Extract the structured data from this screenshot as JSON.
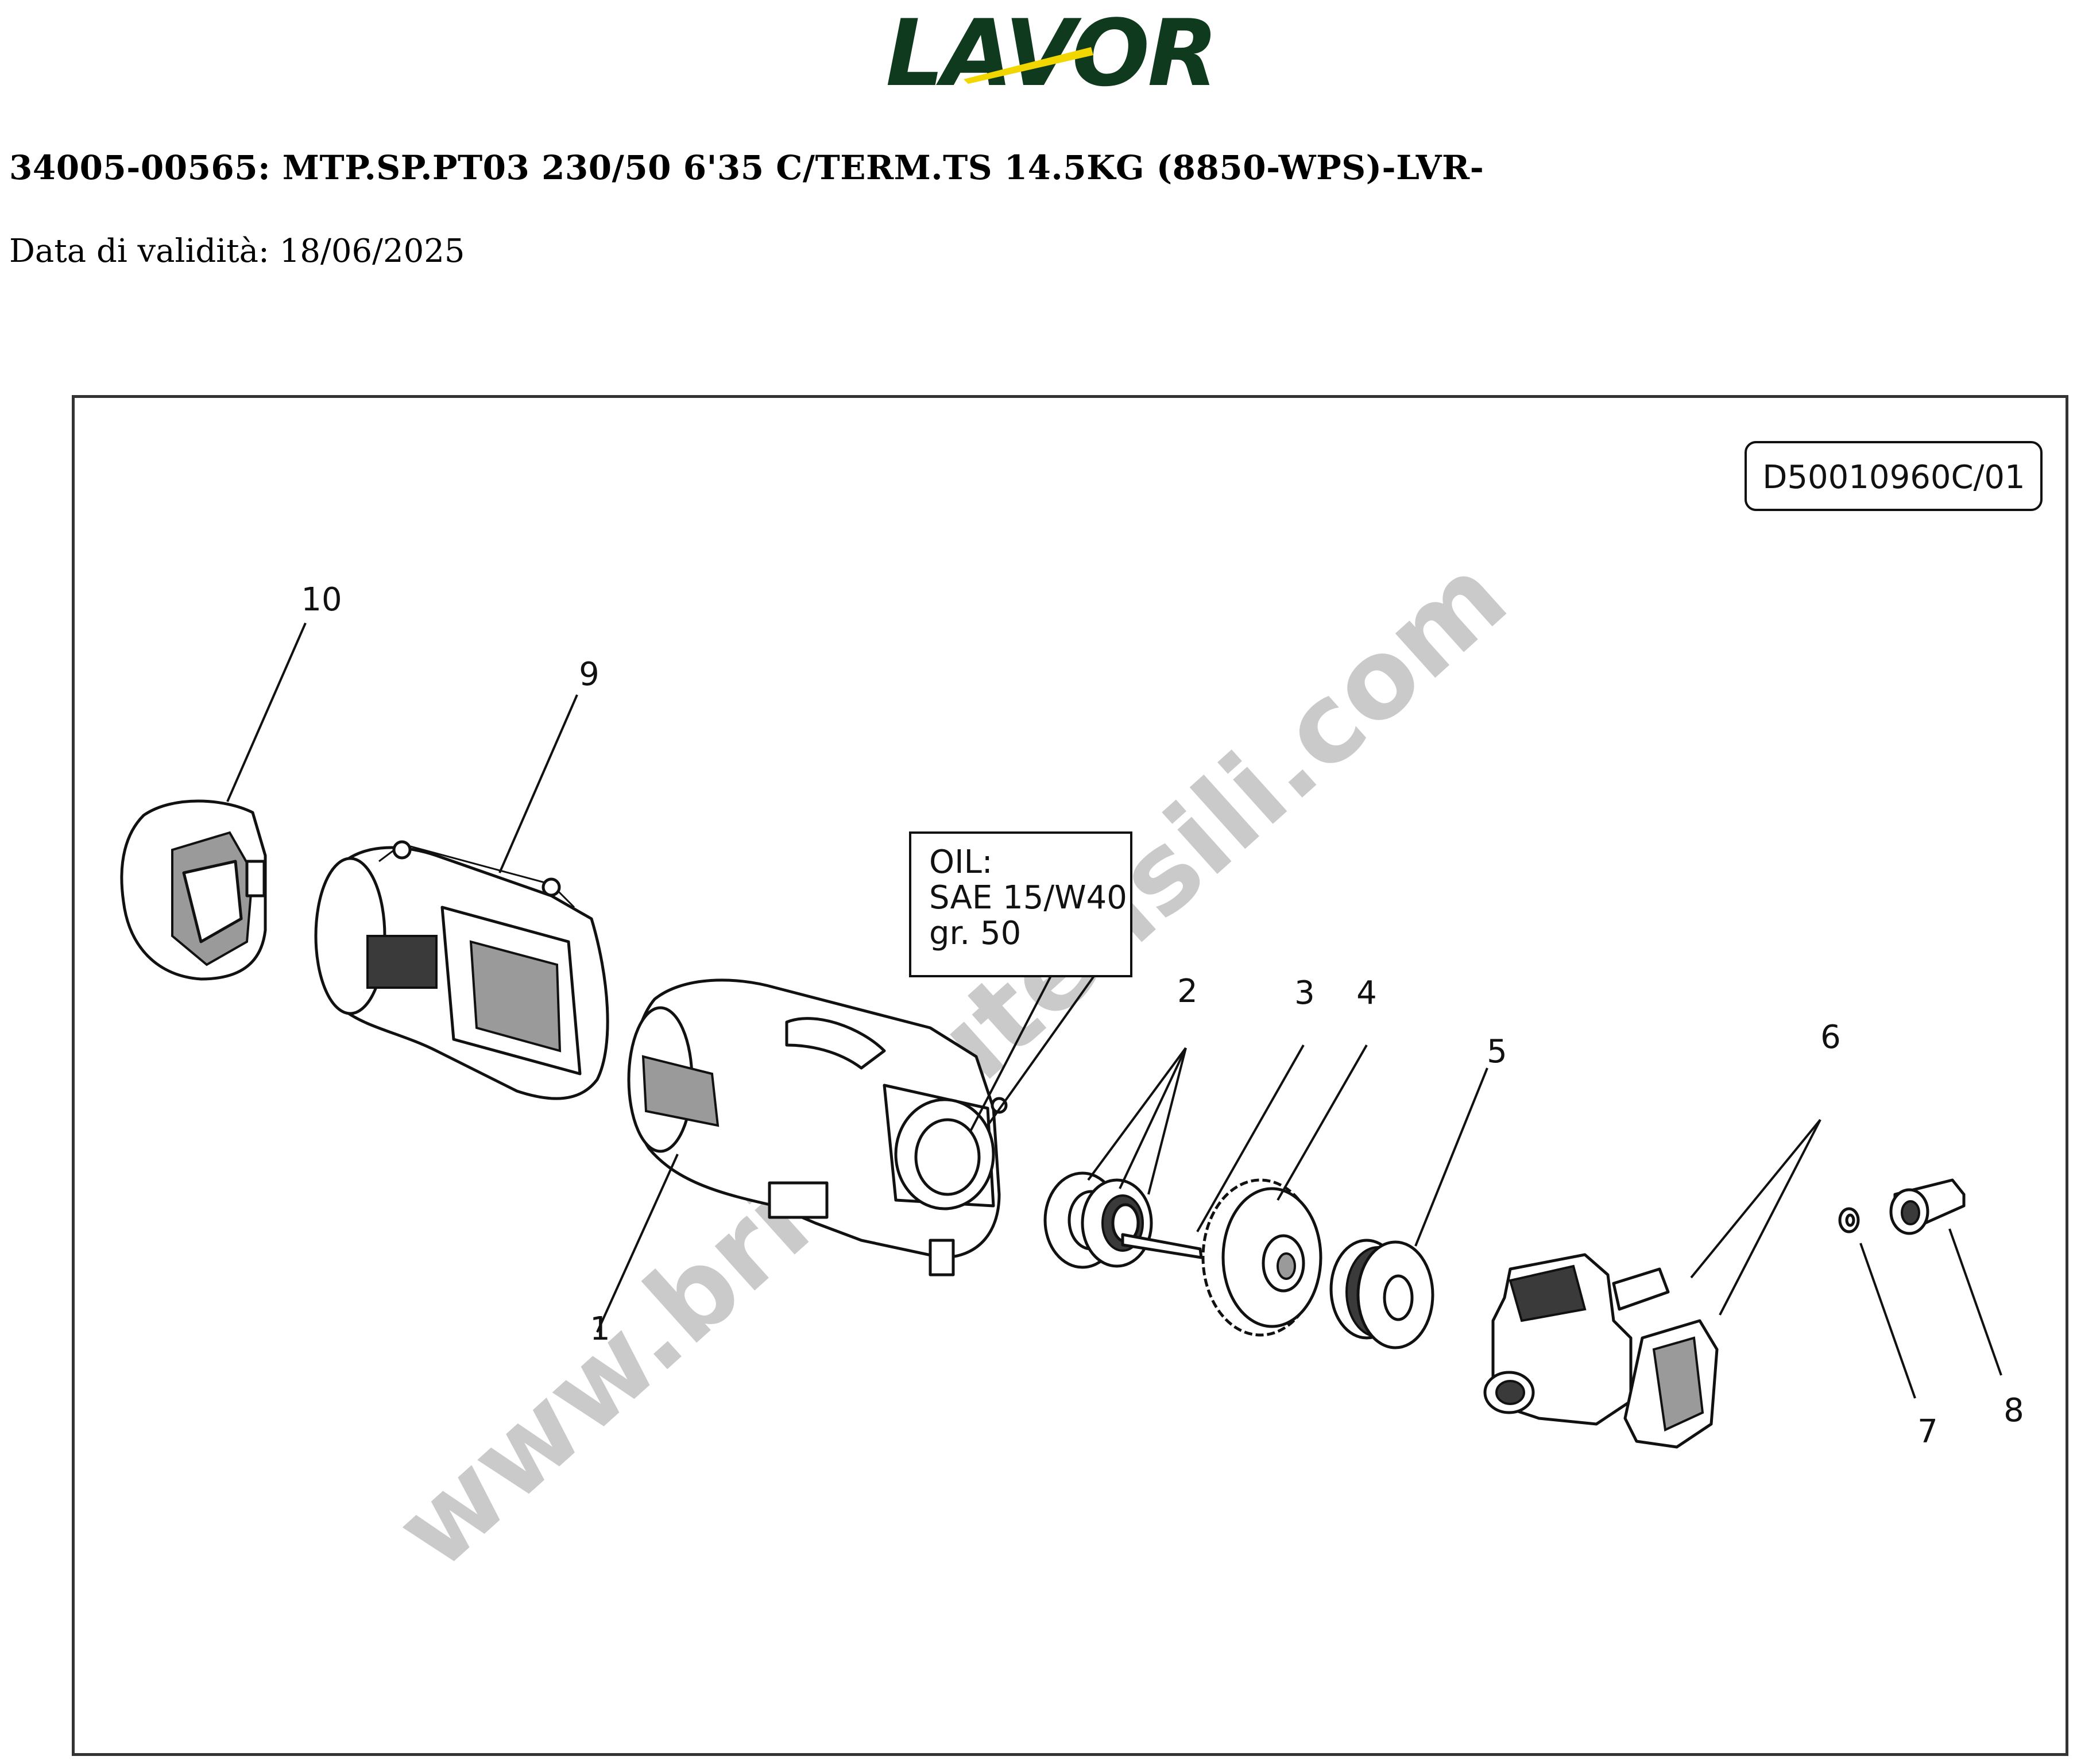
{
  "header": {
    "brand": "LAVOR",
    "title": "34005-00565: MTP.SP.PT03 230/50 6'35 C/TERM.TS 14.5KG (8850-WPS)-LVR-",
    "validity_label": "Data di validità:",
    "validity_date": "18/06/2025"
  },
  "drawing": {
    "code": "D50010960C/01",
    "watermark": "www.brico-utensili.com",
    "oil_note": [
      "OIL:",
      "SAE 15/W40",
      "gr.  50"
    ],
    "labels": {
      "p1": "1",
      "p2": "2",
      "p3": "3",
      "p4": "4",
      "p5": "5",
      "p6": "6",
      "p7": "7",
      "p8": "8",
      "p9": "9",
      "p10": "10"
    }
  },
  "colors": {
    "logo_green": "#0f3a1e",
    "logo_accent": "#f2d600",
    "watermark_gray": "#b9b9b9"
  }
}
